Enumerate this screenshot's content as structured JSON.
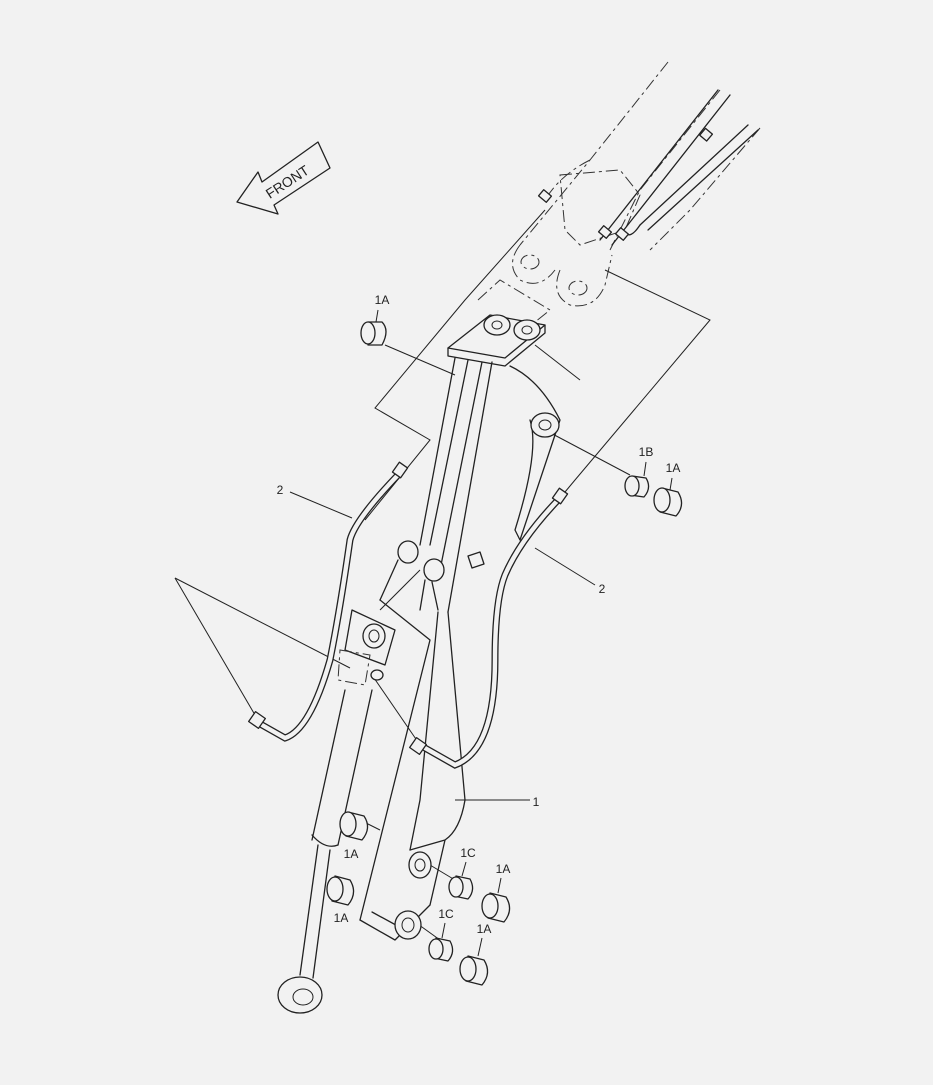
{
  "front_arrow": {
    "label": "FRONT"
  },
  "callouts": {
    "c_1": "1",
    "c_1A_top": "1A",
    "c_1B": "1B",
    "c_1A_right": "1A",
    "c_2_left": "2",
    "c_2_right": "2",
    "c_1A_lower_left_1": "1A",
    "c_1A_lower_left_2": "1A",
    "c_1C_upper": "1C",
    "c_1A_upper_right": "1A",
    "c_1C_lower": "1C",
    "c_1A_lower_right": "1A"
  }
}
